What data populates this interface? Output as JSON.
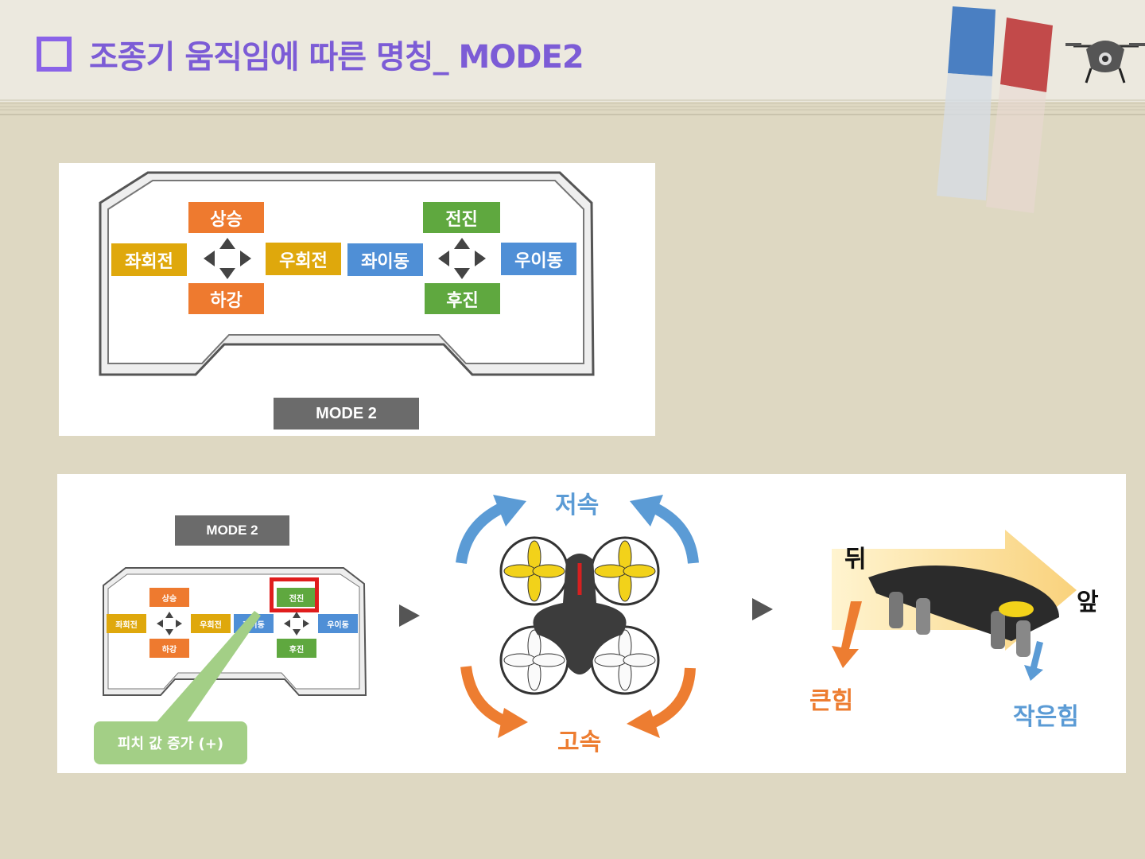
{
  "header": {
    "title": "조종기 움직임에 따른 명칭_ MODE2"
  },
  "colors": {
    "title": "#7c5cd6",
    "orange": "#ee7a2f",
    "yellow": "#dfa80c",
    "blue": "#4f8fd6",
    "green": "#5fa83f",
    "mode_button": "#6b6b6b"
  },
  "controller": {
    "mode_label": "MODE 2",
    "left_stick": {
      "up": "상승",
      "down": "하강",
      "left": "좌회전",
      "right": "우회전"
    },
    "right_stick": {
      "up": "전진",
      "down": "후진",
      "left": "좌이동",
      "right": "우이동"
    }
  },
  "example": {
    "mode_label": "MODE 2",
    "callout": "피치 값 증가 (+)",
    "speed_low": "저속",
    "speed_high": "고속",
    "back": "뒤",
    "front": "앞",
    "strong_force": "큰힘",
    "weak_force": "작은힘"
  },
  "icons": [
    "drone-logo-icon",
    "dpad-icon",
    "play-arrow-icon",
    "curved-arrow-icon",
    "force-arrow-icon"
  ]
}
